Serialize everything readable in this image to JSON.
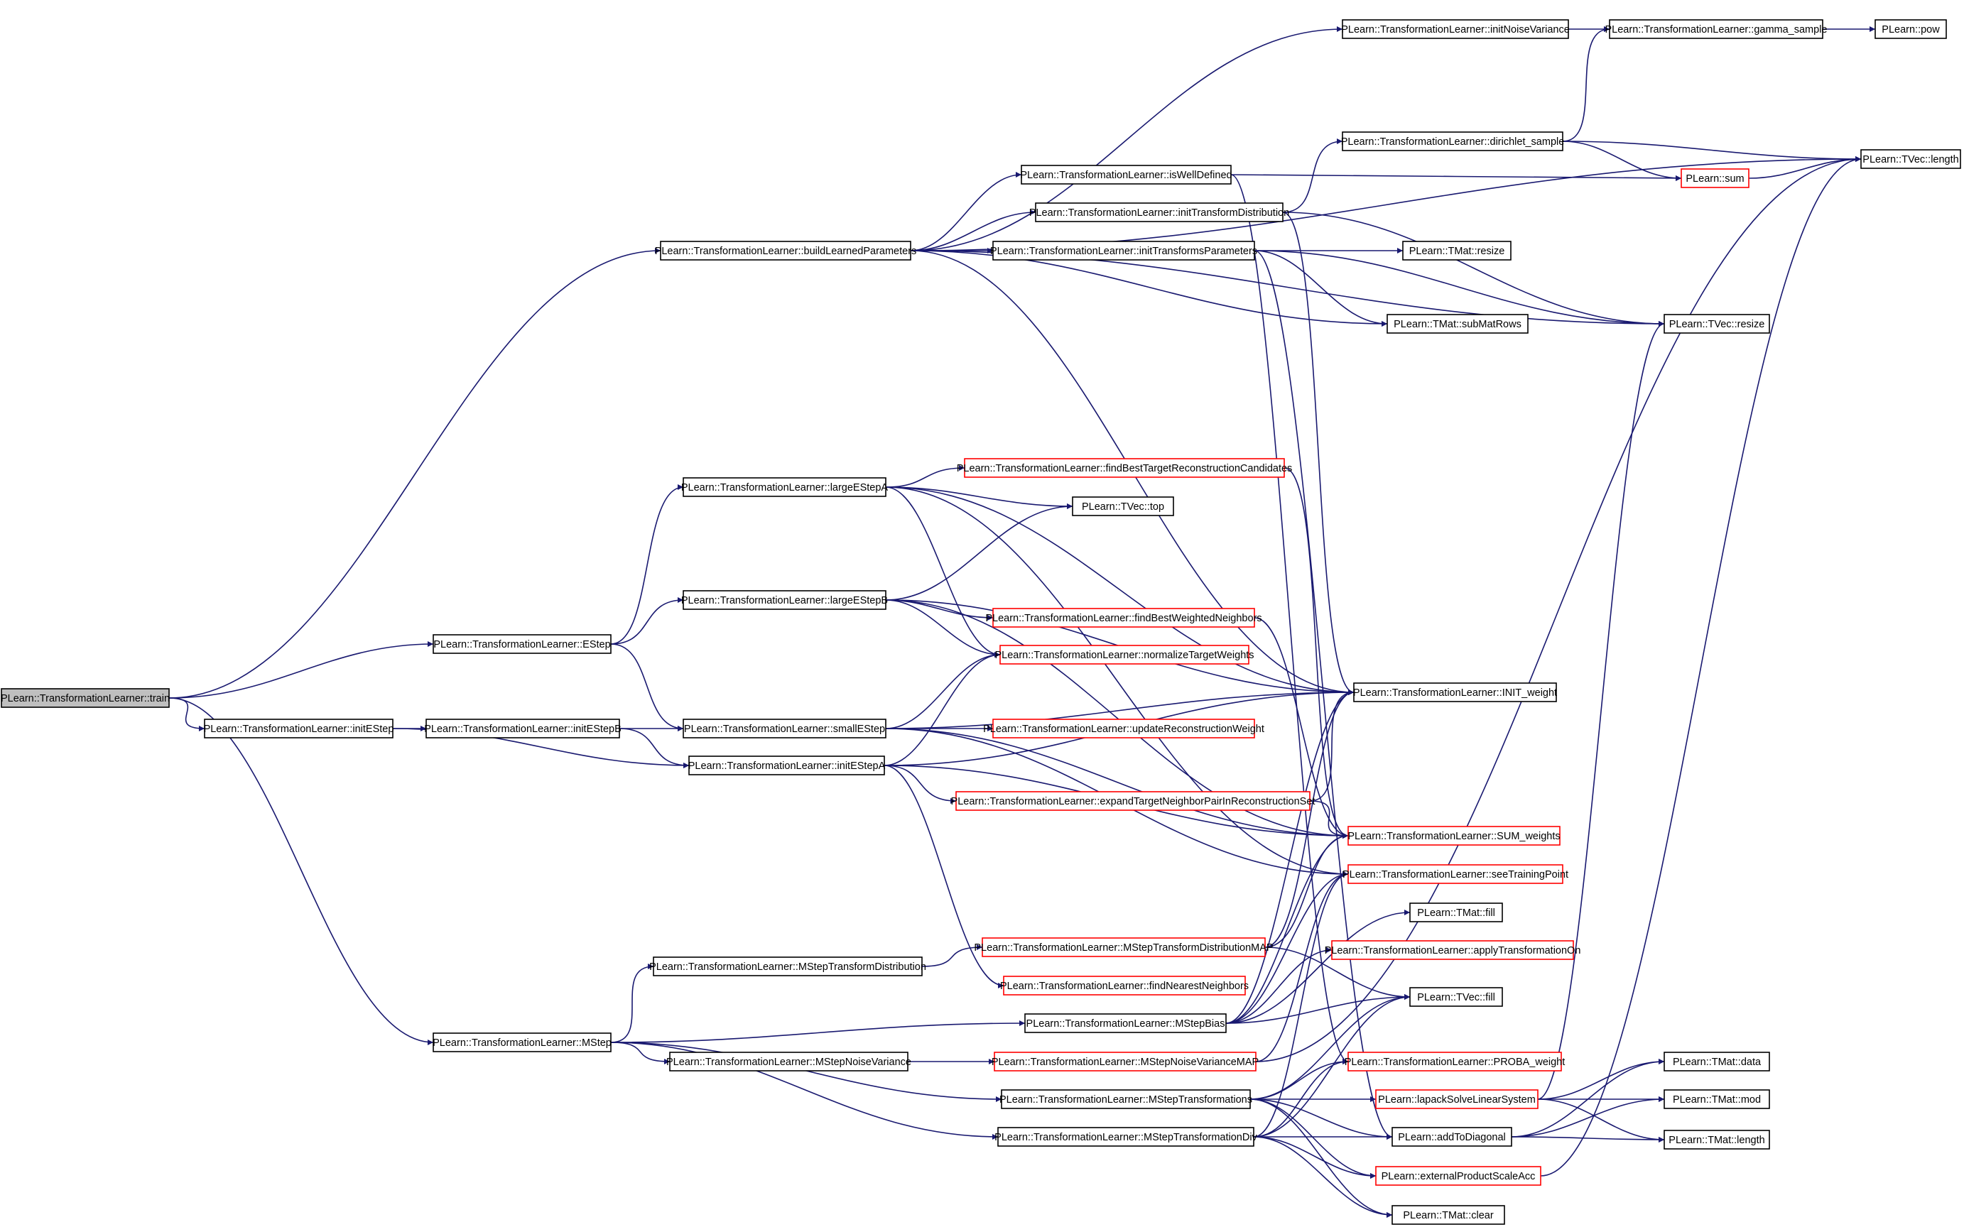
{
  "colors": {
    "edge": "#191970",
    "node_border_default": "#000000",
    "node_border_incomplete": "#ff0000",
    "node_fill_default": "#ffffff",
    "node_fill_root": "#bfbfbf"
  },
  "nodes": [
    {
      "id": "train",
      "label": "PLearn::TransformationLearner::train",
      "style": "root"
    },
    {
      "id": "buildLearnedParameters",
      "label": "PLearn::TransformationLearner::buildLearnedParameters",
      "style": "normal"
    },
    {
      "id": "EStep",
      "label": "PLearn::TransformationLearner::EStep",
      "style": "normal"
    },
    {
      "id": "initEStep",
      "label": "PLearn::TransformationLearner::initEStep",
      "style": "normal"
    },
    {
      "id": "MStep",
      "label": "PLearn::TransformationLearner::MStep",
      "style": "normal"
    },
    {
      "id": "initNoiseVariance",
      "label": "PLearn::TransformationLearner::initNoiseVariance",
      "style": "normal"
    },
    {
      "id": "gamma_sample",
      "label": "PLearn::TransformationLearner::gamma_sample",
      "style": "normal"
    },
    {
      "id": "pow",
      "label": "PLearn::pow",
      "style": "normal"
    },
    {
      "id": "dirichlet_sample",
      "label": "PLearn::TransformationLearner::dirichlet_sample",
      "style": "normal"
    },
    {
      "id": "tvec_length",
      "label": "PLearn::TVec::length",
      "style": "normal"
    },
    {
      "id": "isWellDefined",
      "label": "PLearn::TransformationLearner::isWellDefined",
      "style": "normal"
    },
    {
      "id": "sum",
      "label": "PLearn::sum",
      "style": "incomplete"
    },
    {
      "id": "initTransformDistribution",
      "label": "PLearn::TransformationLearner::initTransformDistribution",
      "style": "normal"
    },
    {
      "id": "initTransformsParameters",
      "label": "PLearn::TransformationLearner::initTransformsParameters",
      "style": "normal"
    },
    {
      "id": "tmat_resize",
      "label": "PLearn::TMat::resize",
      "style": "normal"
    },
    {
      "id": "tmat_subMatRows",
      "label": "PLearn::TMat::subMatRows",
      "style": "normal"
    },
    {
      "id": "tvec_resize",
      "label": "PLearn::TVec::resize",
      "style": "normal"
    },
    {
      "id": "largeEStepA",
      "label": "PLearn::TransformationLearner::largeEStepA",
      "style": "normal"
    },
    {
      "id": "findBestTargetReconstructionCandidates",
      "label": "PLearn::TransformationLearner::findBestTargetReconstructionCandidates",
      "style": "incomplete"
    },
    {
      "id": "tvec_top",
      "label": "PLearn::TVec::top",
      "style": "normal"
    },
    {
      "id": "largeEStepB",
      "label": "PLearn::TransformationLearner::largeEStepB",
      "style": "normal"
    },
    {
      "id": "findBestWeightedNeighbors",
      "label": "PLearn::TransformationLearner::findBestWeightedNeighbors",
      "style": "incomplete"
    },
    {
      "id": "normalizeTargetWeights",
      "label": "PLearn::TransformationLearner::normalizeTargetWeights",
      "style": "incomplete"
    },
    {
      "id": "INIT_weight",
      "label": "PLearn::TransformationLearner::INIT_weight",
      "style": "normal"
    },
    {
      "id": "initEStepB",
      "label": "PLearn::TransformationLearner::initEStepB",
      "style": "normal"
    },
    {
      "id": "smallEStep",
      "label": "PLearn::TransformationLearner::smallEStep",
      "style": "normal"
    },
    {
      "id": "updateReconstructionWeight",
      "label": "PLearn::TransformationLearner::updateReconstructionWeight",
      "style": "incomplete"
    },
    {
      "id": "initEStepA",
      "label": "PLearn::TransformationLearner::initEStepA",
      "style": "normal"
    },
    {
      "id": "expandTargetNeighborPairInReconstructionSet",
      "label": "PLearn::TransformationLearner::expandTargetNeighborPairInReconstructionSet",
      "style": "incomplete"
    },
    {
      "id": "SUM_weights",
      "label": "PLearn::TransformationLearner::SUM_weights",
      "style": "incomplete"
    },
    {
      "id": "seeTrainingPoint",
      "label": "PLearn::TransformationLearner::seeTrainingPoint",
      "style": "incomplete"
    },
    {
      "id": "tmat_fill",
      "label": "PLearn::TMat::fill",
      "style": "normal"
    },
    {
      "id": "MStepTransformDistributionMAP",
      "label": "PLearn::TransformationLearner::MStepTransformDistributionMAP",
      "style": "incomplete"
    },
    {
      "id": "applyTransformationOn",
      "label": "PLearn::TransformationLearner::applyTransformationOn",
      "style": "incomplete"
    },
    {
      "id": "MStepTransformDistribution",
      "label": "PLearn::TransformationLearner::MStepTransformDistribution",
      "style": "normal"
    },
    {
      "id": "findNearestNeighbors",
      "label": "PLearn::TransformationLearner::findNearestNeighbors",
      "style": "incomplete"
    },
    {
      "id": "tvec_fill",
      "label": "PLearn::TVec::fill",
      "style": "normal"
    },
    {
      "id": "MStepBias",
      "label": "PLearn::TransformationLearner::MStepBias",
      "style": "normal"
    },
    {
      "id": "MStepNoiseVariance",
      "label": "PLearn::TransformationLearner::MStepNoiseVariance",
      "style": "normal"
    },
    {
      "id": "MStepNoiseVarianceMAP",
      "label": "PLearn::TransformationLearner::MStepNoiseVarianceMAP",
      "style": "incomplete"
    },
    {
      "id": "PROBA_weight",
      "label": "PLearn::TransformationLearner::PROBA_weight",
      "style": "incomplete"
    },
    {
      "id": "tmat_data",
      "label": "PLearn::TMat::data",
      "style": "normal"
    },
    {
      "id": "MStepTransformations",
      "label": "PLearn::TransformationLearner::MStepTransformations",
      "style": "normal"
    },
    {
      "id": "lapackSolveLinearSystem",
      "label": "PLearn::lapackSolveLinearSystem",
      "style": "incomplete"
    },
    {
      "id": "tmat_mod",
      "label": "PLearn::TMat::mod",
      "style": "normal"
    },
    {
      "id": "MStepTransformationDiv",
      "label": "PLearn::TransformationLearner::MStepTransformationDiv",
      "style": "normal"
    },
    {
      "id": "addToDiagonal",
      "label": "PLearn::addToDiagonal",
      "style": "normal"
    },
    {
      "id": "tmat_length",
      "label": "PLearn::TMat::length",
      "style": "normal"
    },
    {
      "id": "externalProductScaleAcc",
      "label": "PLearn::externalProductScaleAcc",
      "style": "incomplete"
    },
    {
      "id": "tmat_clear",
      "label": "PLearn::TMat::clear",
      "style": "normal"
    }
  ],
  "edges": [
    [
      "train",
      "buildLearnedParameters"
    ],
    [
      "train",
      "EStep"
    ],
    [
      "train",
      "initEStep"
    ],
    [
      "train",
      "MStep"
    ],
    [
      "buildLearnedParameters",
      "initNoiseVariance"
    ],
    [
      "buildLearnedParameters",
      "tvec_length"
    ],
    [
      "buildLearnedParameters",
      "isWellDefined"
    ],
    [
      "buildLearnedParameters",
      "initTransformDistribution"
    ],
    [
      "buildLearnedParameters",
      "initTransformsParameters"
    ],
    [
      "buildLearnedParameters",
      "tmat_subMatRows"
    ],
    [
      "buildLearnedParameters",
      "tvec_resize"
    ],
    [
      "buildLearnedParameters",
      "INIT_weight"
    ],
    [
      "initNoiseVariance",
      "gamma_sample"
    ],
    [
      "gamma_sample",
      "pow"
    ],
    [
      "dirichlet_sample",
      "gamma_sample"
    ],
    [
      "dirichlet_sample",
      "tvec_length"
    ],
    [
      "dirichlet_sample",
      "sum"
    ],
    [
      "isWellDefined",
      "sum"
    ],
    [
      "isWellDefined",
      "PROBA_weight"
    ],
    [
      "sum",
      "tvec_length"
    ],
    [
      "initTransformDistribution",
      "dirichlet_sample"
    ],
    [
      "initTransformDistribution",
      "tvec_resize"
    ],
    [
      "initTransformDistribution",
      "INIT_weight"
    ],
    [
      "initTransformsParameters",
      "tmat_resize"
    ],
    [
      "initTransformsParameters",
      "tmat_subMatRows"
    ],
    [
      "initTransformsParameters",
      "tvec_resize"
    ],
    [
      "initTransformsParameters",
      "addToDiagonal"
    ],
    [
      "EStep",
      "largeEStepA"
    ],
    [
      "EStep",
      "largeEStepB"
    ],
    [
      "EStep",
      "smallEStep"
    ],
    [
      "largeEStepA",
      "findBestTargetReconstructionCandidates"
    ],
    [
      "largeEStepA",
      "tvec_top"
    ],
    [
      "largeEStepA",
      "normalizeTargetWeights"
    ],
    [
      "largeEStepA",
      "INIT_weight"
    ],
    [
      "largeEStepA",
      "seeTrainingPoint"
    ],
    [
      "findBestTargetReconstructionCandidates",
      "SUM_weights"
    ],
    [
      "largeEStepB",
      "tvec_top"
    ],
    [
      "largeEStepB",
      "findBestWeightedNeighbors"
    ],
    [
      "largeEStepB",
      "normalizeTargetWeights"
    ],
    [
      "largeEStepB",
      "INIT_weight"
    ],
    [
      "largeEStepB",
      "SUM_weights"
    ],
    [
      "findBestWeightedNeighbors",
      "SUM_weights"
    ],
    [
      "initEStep",
      "initEStepB"
    ],
    [
      "initEStep",
      "initEStepA"
    ],
    [
      "initEStepB",
      "smallEStep"
    ],
    [
      "initEStepB",
      "initEStepA"
    ],
    [
      "smallEStep",
      "normalizeTargetWeights"
    ],
    [
      "smallEStep",
      "INIT_weight"
    ],
    [
      "smallEStep",
      "updateReconstructionWeight"
    ],
    [
      "smallEStep",
      "SUM_weights"
    ],
    [
      "smallEStep",
      "seeTrainingPoint"
    ],
    [
      "initEStepA",
      "normalizeTargetWeights"
    ],
    [
      "initEStepA",
      "INIT_weight"
    ],
    [
      "initEStepA",
      "expandTargetNeighborPairInReconstructionSet"
    ],
    [
      "initEStepA",
      "SUM_weights"
    ],
    [
      "initEStepA",
      "findNearestNeighbors"
    ],
    [
      "expandTargetNeighborPairInReconstructionSet",
      "INIT_weight"
    ],
    [
      "expandTargetNeighborPairInReconstructionSet",
      "SUM_weights"
    ],
    [
      "MStep",
      "MStepTransformDistribution"
    ],
    [
      "MStep",
      "MStepBias"
    ],
    [
      "MStep",
      "MStepNoiseVariance"
    ],
    [
      "MStep",
      "MStepTransformations"
    ],
    [
      "MStep",
      "MStepTransformationDiv"
    ],
    [
      "MStepTransformDistribution",
      "MStepTransformDistributionMAP"
    ],
    [
      "MStepTransformDistributionMAP",
      "INIT_weight"
    ],
    [
      "MStepTransformDistributionMAP",
      "SUM_weights"
    ],
    [
      "MStepTransformDistributionMAP",
      "tvec_fill"
    ],
    [
      "MStepBias",
      "INIT_weight"
    ],
    [
      "MStepBias",
      "SUM_weights"
    ],
    [
      "MStepBias",
      "seeTrainingPoint"
    ],
    [
      "MStepBias",
      "tmat_fill"
    ],
    [
      "MStepBias",
      "applyTransformationOn"
    ],
    [
      "MStepBias",
      "tvec_fill"
    ],
    [
      "MStepNoiseVariance",
      "MStepNoiseVarianceMAP"
    ],
    [
      "MStepNoiseVarianceMAP",
      "seeTrainingPoint"
    ],
    [
      "MStepNoiseVarianceMAP",
      "tvec_length"
    ],
    [
      "MStepTransformations",
      "tvec_fill"
    ],
    [
      "MStepTransformations",
      "PROBA_weight"
    ],
    [
      "MStepTransformations",
      "lapackSolveLinearSystem"
    ],
    [
      "MStepTransformations",
      "addToDiagonal"
    ],
    [
      "MStepTransformations",
      "externalProductScaleAcc"
    ],
    [
      "MStepTransformations",
      "tmat_clear"
    ],
    [
      "MStepTransformationDiv",
      "seeTrainingPoint"
    ],
    [
      "MStepTransformationDiv",
      "tvec_fill"
    ],
    [
      "MStepTransformationDiv",
      "PROBA_weight"
    ],
    [
      "MStepTransformationDiv",
      "addToDiagonal"
    ],
    [
      "MStepTransformationDiv",
      "externalProductScaleAcc"
    ],
    [
      "MStepTransformationDiv",
      "tmat_clear"
    ],
    [
      "lapackSolveLinearSystem",
      "tvec_resize"
    ],
    [
      "lapackSolveLinearSystem",
      "tmat_data"
    ],
    [
      "lapackSolveLinearSystem",
      "tmat_mod"
    ],
    [
      "lapackSolveLinearSystem",
      "tmat_length"
    ],
    [
      "addToDiagonal",
      "tmat_data"
    ],
    [
      "addToDiagonal",
      "tmat_mod"
    ],
    [
      "addToDiagonal",
      "tmat_length"
    ],
    [
      "externalProductScaleAcc",
      "tvec_length"
    ]
  ]
}
